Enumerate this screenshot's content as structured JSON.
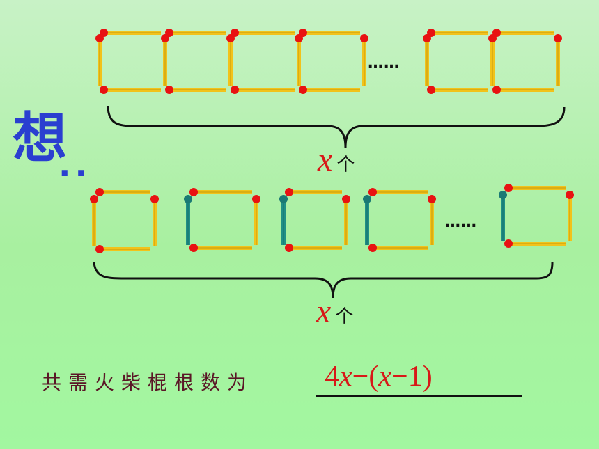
{
  "title_char": "想",
  "title_dots": "..",
  "ellipsis_top": "……",
  "ellipsis_bottom": "……",
  "top_label": {
    "variable": "x",
    "unit": "个"
  },
  "bottom_label": {
    "variable": "x",
    "unit": "个"
  },
  "question": "共需火柴棍根数为",
  "answer": {
    "coef": "4",
    "var1": "x",
    "minus1": "−",
    "lparen": "(",
    "var2": "x",
    "minus2": "−",
    "one": "1",
    "rparen": ")"
  },
  "colors": {
    "matchstick": "#f2c21a",
    "matchstick_edge": "#8a6a00",
    "match_head": "#e81212",
    "alt_matchstick": "#1f8f86",
    "alt_head": "#1a7a74",
    "brace": "#111111",
    "label_red": "#d81818",
    "title_blue": "#2a3fd0",
    "question_text": "#5a1626"
  }
}
